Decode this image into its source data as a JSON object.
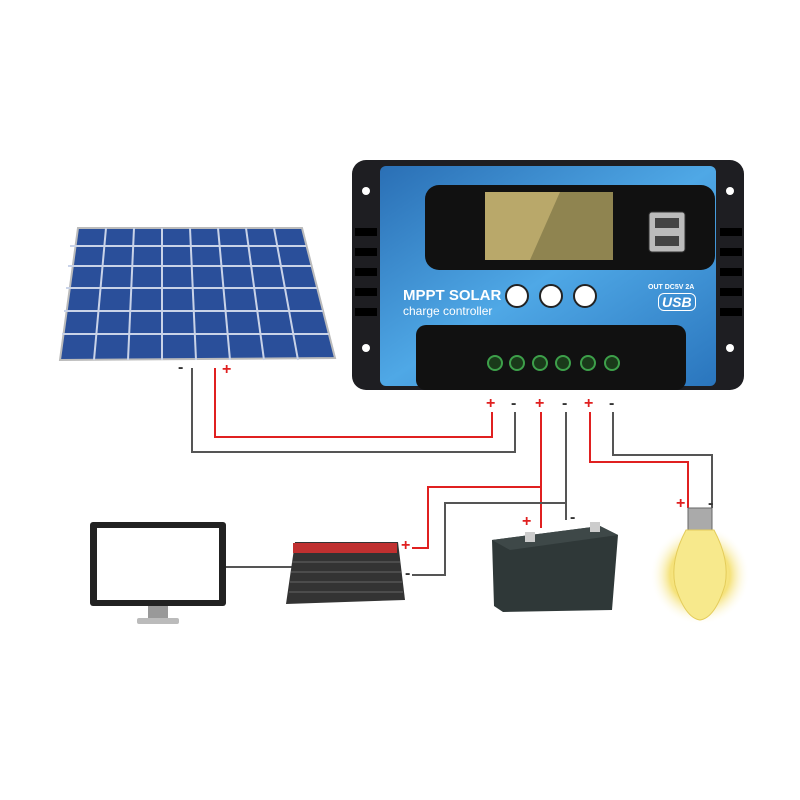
{
  "controller": {
    "title": "MPPT SOLAR",
    "subtitle": "charge controller",
    "usb_spec": "OUT DC5V 2A",
    "usb_label": "USB"
  },
  "terminals": {
    "plus": "+",
    "minus": "-"
  },
  "colors": {
    "positive_wire": "#e02020",
    "negative_wire": "#555555",
    "controller_blue": "#3a8fd0",
    "panel_blue": "#2a4f9a"
  }
}
